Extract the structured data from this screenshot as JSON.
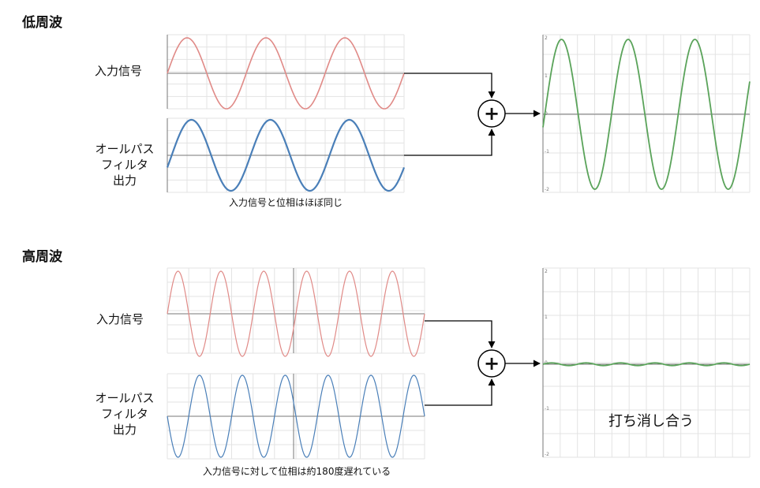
{
  "sections": {
    "low": {
      "heading": "低周波",
      "input_label": "入力信号",
      "allpass_label_lines": [
        "オールパス",
        "フィルタ",
        "出力"
      ],
      "caption": "入力信号と位相はほぼ同じ",
      "input_cycles": 3,
      "input_phase_deg": 0,
      "allpass_phase_deg": -20,
      "output_amplitude": 2,
      "output_note": "",
      "y_ticks": [
        "2",
        "1",
        "0",
        "-1",
        "-2"
      ]
    },
    "high": {
      "heading": "高周波",
      "input_label": "入力信号",
      "allpass_label_lines": [
        "オールパス",
        "フィルタ",
        "出力"
      ],
      "caption": "入力信号に対して位相は約180度遅れている",
      "input_cycles": 6,
      "input_phase_deg": 0,
      "allpass_phase_deg": -180,
      "output_amplitude": 0.03,
      "output_note": "打ち消し合う",
      "y_ticks": [
        "2",
        "1",
        "0",
        "-1",
        "-2"
      ]
    }
  },
  "adder_symbol": "+",
  "colors": {
    "input": "#e08a87",
    "allpass": "#4a7fb8",
    "output": "#5aa35a",
    "grid": "#e3e3e3",
    "axis": "#777777"
  }
}
